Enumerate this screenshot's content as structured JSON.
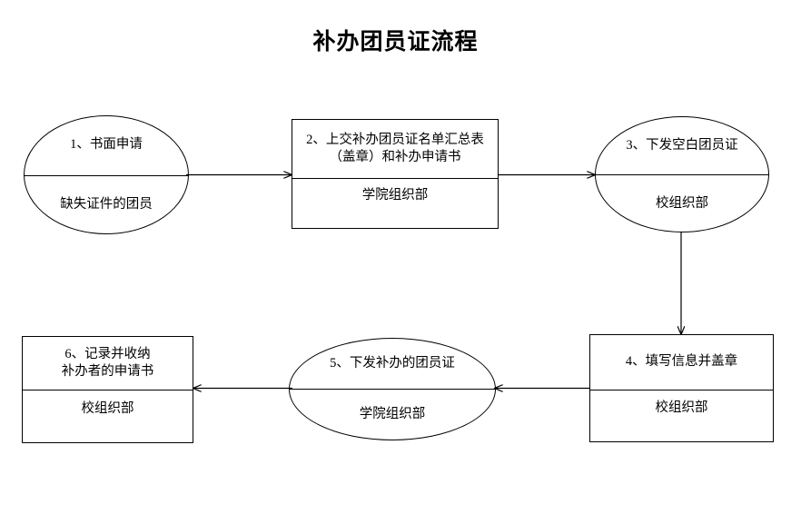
{
  "title": "补办团员证流程",
  "flow": {
    "nodes": [
      {
        "id": "step1",
        "shape": "ellipse",
        "name": "node-step-1",
        "top_lines": [
          "1、书面申请"
        ],
        "bottom_lines": [
          "缺失证件的团员"
        ]
      },
      {
        "id": "step2",
        "shape": "box",
        "name": "node-step-2",
        "top_lines": [
          "2、上交补办团员证名单汇总表",
          "（盖章）和补办申请书"
        ],
        "bottom_lines": [
          "学院组织部"
        ]
      },
      {
        "id": "step3",
        "shape": "ellipse",
        "name": "node-step-3",
        "top_lines": [
          "3、下发空白团员证"
        ],
        "bottom_lines": [
          "校组织部"
        ]
      },
      {
        "id": "step4",
        "shape": "box",
        "name": "node-step-4",
        "top_lines": [
          "4、填写信息并盖章"
        ],
        "bottom_lines": [
          "校组织部"
        ]
      },
      {
        "id": "step5",
        "shape": "ellipse",
        "name": "node-step-5",
        "top_lines": [
          "5、下发补办的团员证"
        ],
        "bottom_lines": [
          "学院组织部"
        ]
      },
      {
        "id": "step6",
        "shape": "box",
        "name": "node-step-6",
        "top_lines": [
          "6、记录并收纳",
          "补办者的申请书"
        ],
        "bottom_lines": [
          "校组织部"
        ]
      }
    ],
    "edges": [
      {
        "from": "step1",
        "to": "step2",
        "direction": "right"
      },
      {
        "from": "step2",
        "to": "step3",
        "direction": "right"
      },
      {
        "from": "step3",
        "to": "step4",
        "direction": "down"
      },
      {
        "from": "step4",
        "to": "step5",
        "direction": "left"
      },
      {
        "from": "step5",
        "to": "step6",
        "direction": "left"
      }
    ]
  },
  "colors": {
    "stroke": "#000000",
    "background": "#ffffff",
    "text": "#000000"
  }
}
